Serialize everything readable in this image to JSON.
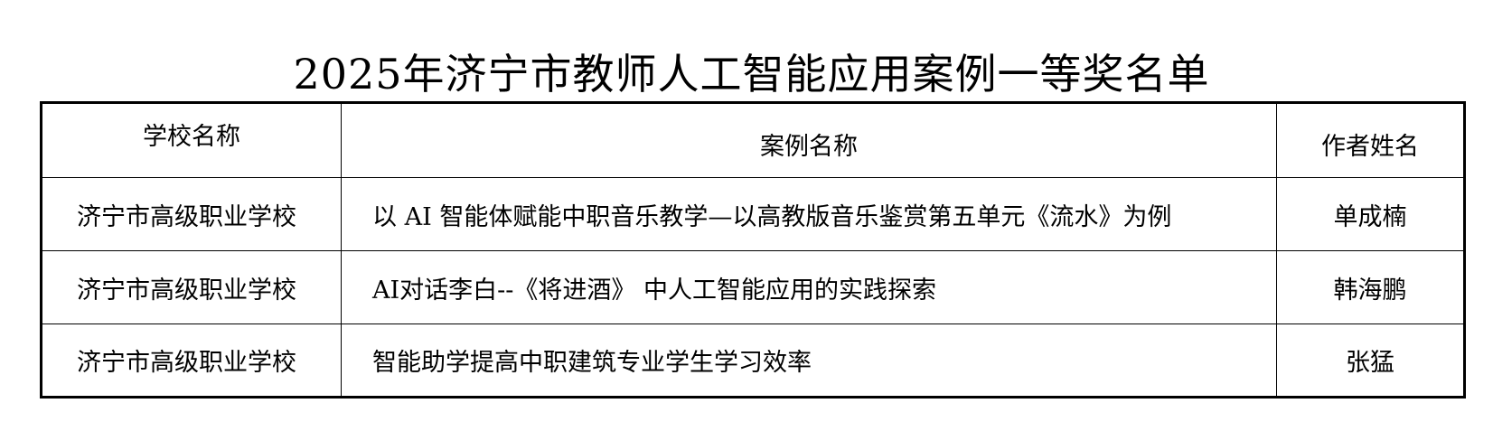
{
  "document": {
    "title": "2025年济宁市教师人工智能应用案例一等奖名单"
  },
  "table": {
    "headers": {
      "school": "学校名称",
      "case": "案例名称",
      "author": "作者姓名"
    },
    "rows": [
      {
        "school": "济宁市高级职业学校",
        "case": "以 AI 智能体赋能中职音乐教学—以高教版音乐鉴赏第五单元《流水》为例",
        "author": "单成楠"
      },
      {
        "school": "济宁市高级职业学校",
        "case": "AI对话李白--《将进酒》 中人工智能应用的实践探索",
        "author": "韩海鹏"
      },
      {
        "school": "济宁市高级职业学校",
        "case": "智能助学提高中职建筑专业学生学习效率",
        "author": "张猛"
      }
    ]
  }
}
